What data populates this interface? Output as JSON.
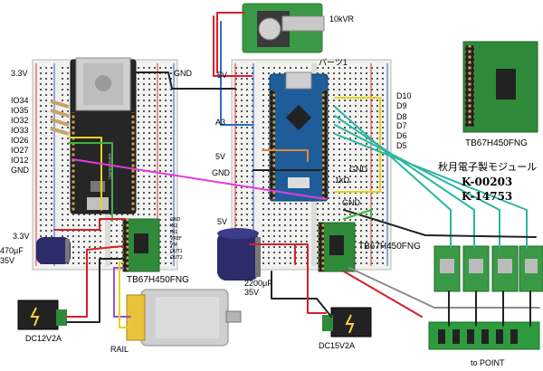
{
  "labels": {
    "pot_value": "10kVR",
    "breadboard_right_title": "パーツ1",
    "esp_3v3": "3.3V",
    "io34": "IO34",
    "io35": "IO35",
    "io32": "IO32",
    "io33": "IO33",
    "io26": "IO26",
    "io27": "IO27",
    "io12": "IO12",
    "esp_gnd": "GND",
    "esp_3v3_low": "3.3V",
    "cap_left": "470μF",
    "cap_left_v": "35V",
    "left_driver": "TB67H450FNG",
    "dc_left": "DC12V2A",
    "rail": "RAIL",
    "top_gnd": "GND",
    "nano_5v_top": "5V",
    "a3": "A3",
    "nano_5v_mid": "5V",
    "nano_gnd_mid": "GND",
    "nano_5v_low": "5V",
    "cap_right": "2200μF",
    "cap_right_v": "35V",
    "dc_right": "DC15V2A",
    "d10": "D10",
    "d9": "D9",
    "d8": "D8",
    "d7": "D7",
    "d6": "D6",
    "d5": "D5",
    "gnd_r1": "GND",
    "resistor_1k": "1kΩ",
    "gnd_r2": "GND",
    "right_driver": "TB67H450FNG",
    "module_name": "TB67H450FNG",
    "akizuki": "秋月電子製モジュール",
    "part1": "K-00203",
    "part2": "K-14753",
    "to_point": "to POINT",
    "pins_small": [
      "GND",
      "IN2",
      "IN1",
      "VREF",
      "VM",
      "OUT1",
      "OUT2"
    ]
  },
  "colors": {
    "wire_red": "#d4202a",
    "wire_blue": "#2a6fc4",
    "wire_black": "#222222",
    "wire_yellow": "#e7d21d",
    "wire_green": "#3bb44a",
    "wire_magenta": "#e43ae0",
    "wire_teal": "#2bb6a0",
    "wire_orange": "#e0893a",
    "wire_purple": "#9a4fc4",
    "wire_gray": "#8c8c8c",
    "board_green": "#2f8a3a",
    "nano_blue": "#1f5d9a",
    "esp_dark": "#262626"
  }
}
